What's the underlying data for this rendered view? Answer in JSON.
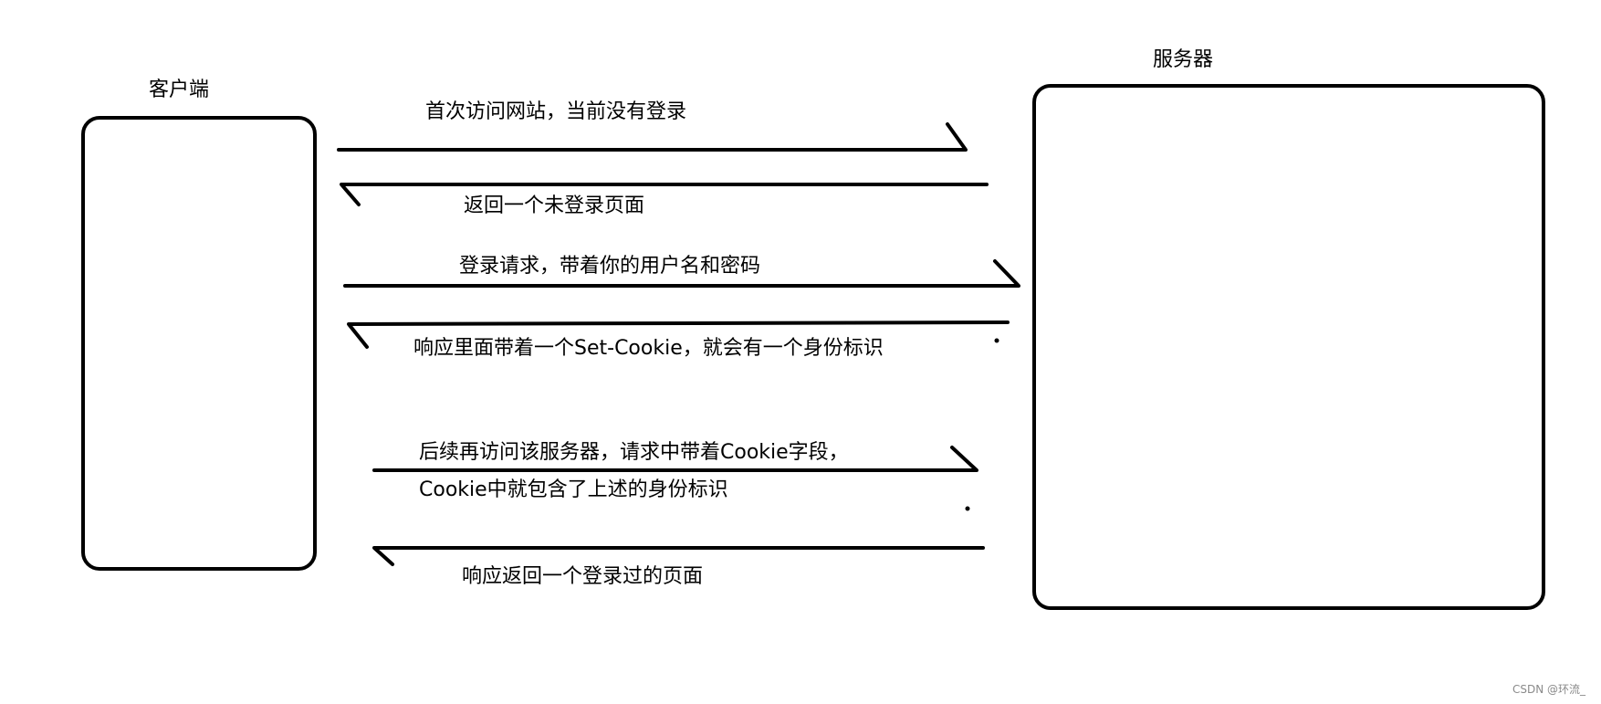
{
  "client": {
    "label": "客户端"
  },
  "server": {
    "label": "服务器"
  },
  "messages": [
    {
      "text": "首次访问网站，当前没有登录"
    },
    {
      "text": "返回一个未登录页面"
    },
    {
      "text": "登录请求，带着你的用户名和密码"
    },
    {
      "text": "响应里面带着一个Set-Cookie，就会有一个身份标识"
    },
    {
      "text": "后续再访问该服务器，请求中带着Cookie字段，"
    },
    {
      "text": "Cookie中就包含了上述的身份标识"
    },
    {
      "text": "响应返回一个登录过的页面"
    }
  ],
  "watermark": {
    "text": "CSDN @环流_"
  }
}
